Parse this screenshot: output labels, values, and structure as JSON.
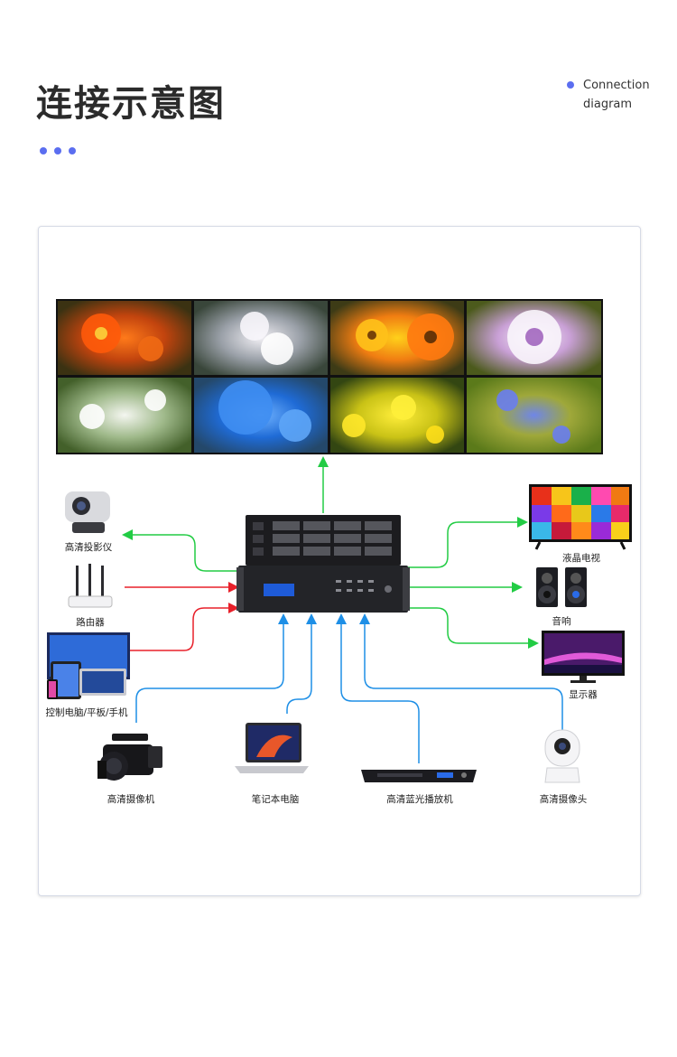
{
  "header": {
    "title": "连接示意图",
    "subtitle_line1": "Connection",
    "subtitle_line2": "diagram"
  },
  "colors": {
    "accent": "#5b6ef0",
    "output_line": "#22cc44",
    "control_line": "#e8202a",
    "input_line": "#1e8fe6"
  },
  "video_wall": {
    "tiles": [
      {
        "scene": "orange-poppy-flowers"
      },
      {
        "scene": "white-blossoms"
      },
      {
        "scene": "yellow-orange-gerbera"
      },
      {
        "scene": "passion-flower"
      },
      {
        "scene": "white-wildflowers"
      },
      {
        "scene": "blue-hydrangea"
      },
      {
        "scene": "yellow-buttercups"
      },
      {
        "scene": "blue-flax-flowers"
      }
    ]
  },
  "devices": {
    "projector": "高清投影仪",
    "router": "路由器",
    "control_pc": "控制电脑/平板/手机",
    "lcd_tv": "液晶电视",
    "speaker": "音响",
    "monitor": "显示器",
    "hd_camcorder": "高清摄像机",
    "laptop": "笔记本电脑",
    "bluray_player": "高清蓝光播放机",
    "hd_camera": "高清摄像头"
  }
}
